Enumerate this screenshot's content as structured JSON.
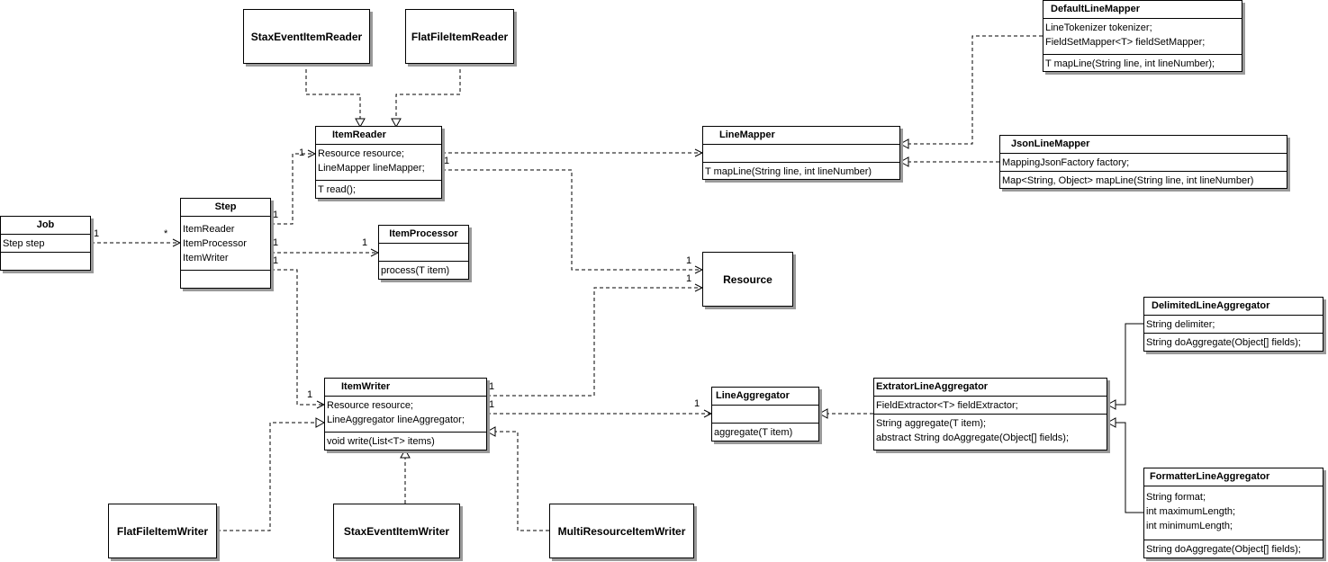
{
  "classes": {
    "job": {
      "name": "Job",
      "attrs": [
        "Step step"
      ],
      "ops": []
    },
    "step": {
      "name": "Step",
      "attrs": [
        "ItemReader",
        "ItemProcessor",
        "ItemWriter"
      ],
      "ops": []
    },
    "itemreader": {
      "name": "ItemReader",
      "attrs": [
        "Resource resource;",
        "LineMapper lineMapper;"
      ],
      "ops": [
        "T read();"
      ]
    },
    "itemprocessor": {
      "name": "ItemProcessor",
      "attrs": [],
      "ops": [
        "process(T item)"
      ]
    },
    "itemwriter": {
      "name": "ItemWriter",
      "attrs": [
        "Resource resource;",
        "LineAggregator lineAggregator;"
      ],
      "ops": [
        "void write(List<T> items)"
      ]
    },
    "linemapper": {
      "name": "LineMapper",
      "attrs": [],
      "ops": [
        "T mapLine(String line, int lineNumber)"
      ]
    },
    "defaultlinemapper": {
      "name": "DefaultLineMapper",
      "attrs": [
        "LineTokenizer tokenizer;",
        "FieldSetMapper<T> fieldSetMapper;"
      ],
      "ops": [
        "T mapLine(String line, int lineNumber);"
      ]
    },
    "jsonlinemapper": {
      "name": "JsonLineMapper",
      "attrs": [
        "MappingJsonFactory factory;"
      ],
      "ops": [
        "Map<String, Object> mapLine(String line, int lineNumber)"
      ]
    },
    "lineaggregator": {
      "name": "LineAggregator",
      "attrs": [],
      "ops": [
        "aggregate(T item)"
      ]
    },
    "extractorlineaggregator": {
      "name": "ExtratorLineAggregator",
      "attrs": [
        "FieldExtractor<T> fieldExtractor;"
      ],
      "ops": [
        "String aggregate(T item);",
        "abstract String doAggregate(Object[] fields);"
      ]
    },
    "delimitedlineaggregator": {
      "name": "DelimitedLineAggregator",
      "attrs": [
        "String delimiter;"
      ],
      "ops": [
        "String doAggregate(Object[] fields);"
      ]
    },
    "formatterlineaggregator": {
      "name": "FormatterLineAggregator",
      "attrs": [
        "String format;",
        "int maximumLength;",
        "int minimumLength;"
      ],
      "ops": [
        "String doAggregate(Object[] fields);"
      ]
    }
  },
  "boxes": {
    "staxeventitemreader": "StaxEventItemReader",
    "flatfileitemreader": "FlatFileItemReader",
    "resource": "Resource",
    "flatfileitemwriter": "FlatFileItemWriter",
    "staxeventitemwriter": "StaxEventItemWriter",
    "multiresourceitemwriter": "MultiResourceItemWriter"
  },
  "multiplicities": {
    "job_step_source": "1",
    "job_step_target": "*",
    "step_reader_source": "1",
    "step_reader_target": "1",
    "step_processor_source": "1",
    "step_processor_target": "1",
    "step_writer_source": "1",
    "step_writer_target": "1",
    "reader_resource_source": "1",
    "reader_resource_target": "1",
    "writer_resource_source": "1",
    "writer_resource_target": "1",
    "writer_aggregator_source": "1",
    "writer_aggregator_target": "1"
  }
}
